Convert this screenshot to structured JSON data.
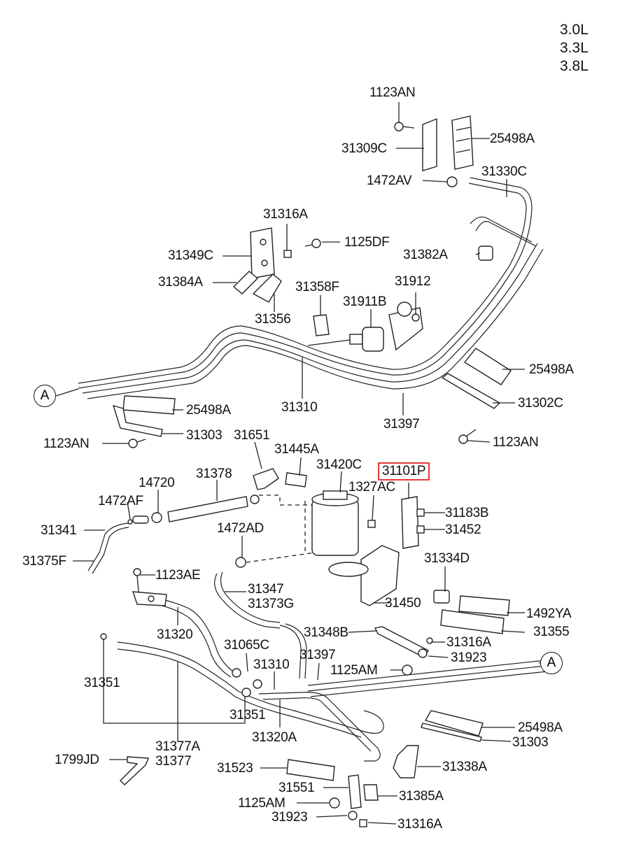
{
  "engine_variants": [
    "3.0L",
    "3.3L",
    "3.8L"
  ],
  "callout": "A",
  "highlighted_part": "31101P",
  "labels": {
    "l1123AN_top": "1123AN",
    "l31309C": "31309C",
    "l25498A_top": "25498A",
    "l1472AV": "1472AV",
    "l31330C": "31330C",
    "l31316A_top": "31316A",
    "l1125DF": "1125DF",
    "l31349C": "31349C",
    "l31382A": "31382A",
    "l31384A": "31384A",
    "l31358F": "31358F",
    "l31912": "31912",
    "l31911B": "31911B",
    "l31356": "31356",
    "l25498A_right": "25498A",
    "l31310_top": "31310",
    "l31302C": "31302C",
    "l25498A_left": "25498A",
    "l31397_top": "31397",
    "l31303_top": "31303",
    "l1123AN_left": "1123AN",
    "l1123AN_right": "1123AN",
    "l31651": "31651",
    "l31445A": "31445A",
    "l31420C": "31420C",
    "l31101P": "31101P",
    "l14720": "14720",
    "l31378": "31378",
    "l1327AC": "1327AC",
    "l1472AF": "1472AF",
    "l31183B": "31183B",
    "l31341": "31341",
    "l31452": "31452",
    "l1472AD": "1472AD",
    "l31375F": "31375F",
    "l31334D": "31334D",
    "l1123AE": "1123AE",
    "l31347": "31347",
    "l31373G": "31373G",
    "l31450": "31450",
    "l1492YA": "1492YA",
    "l31320": "31320",
    "l31348B": "31348B",
    "l31355": "31355",
    "l31065C": "31065C",
    "l31316A_mid": "31316A",
    "l31397_bot": "31397",
    "l31923_mid": "31923",
    "l31310_bot": "31310",
    "l31351_left": "31351",
    "l1125AM_mid": "1125AM",
    "l31351_bot": "31351",
    "l25498A_bot": "25498A",
    "l31320A": "31320A",
    "l31303_bot": "31303",
    "l31377A": "31377A",
    "l1799JD": "1799JD",
    "l31377": "31377",
    "l31523": "31523",
    "l31338A": "31338A",
    "l31551": "31551",
    "l31385A": "31385A",
    "l1125AM_bot": "1125AM",
    "l31923_bot": "31923",
    "l31316A_bot": "31316A"
  }
}
